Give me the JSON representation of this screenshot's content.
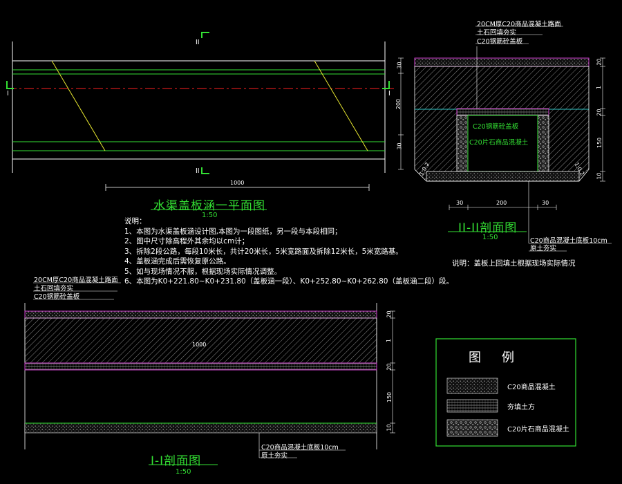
{
  "plan": {
    "title": "水渠盖板涵一平面图",
    "scale": "1:50",
    "dim_length": "1000",
    "section_mark_top": "II",
    "section_mark_bottom": "II",
    "section_mark_left": "I",
    "section_mark_right": "I"
  },
  "notes": {
    "heading": "说明：",
    "items": [
      "1、本图为水渠盖板涵设计图,本图为一段图纸，另一段与本段相同；",
      "2、图中尺寸除高程外其余均以cm计；",
      "3、拆除2段公路，每段10米长，共计20米长，5米宽路面及拆除12米长，5米宽路基。",
      "4、盖板涵完成后需恢复原公路。",
      "5、如与现场情况不服，根据现场实际情况调整。",
      "6、本图为K0+221.80~K0+231.80（盖板涵一段）、K0+252.80~K0+262.80（盖板涵二段）段。"
    ]
  },
  "section2": {
    "title": "II-II剖面图",
    "scale": "1:50",
    "top_labels": [
      "20CM厚C20商品混凝土路面",
      "土石回填夯实",
      "C20钢筋砼盖板"
    ],
    "inner_label_1": "C20钢筋砼盖板",
    "inner_label_2": "C20片石商品混凝土",
    "bottom_labels": [
      "C20商品混凝土底板10cm",
      "原土夯实"
    ],
    "remark": "说明：盖板上回填土根据现场实际情况",
    "dims_left": [
      "30",
      "200",
      "30"
    ],
    "dims_right": [
      "20",
      "1",
      "20",
      "150",
      "10"
    ],
    "dims_bottom": [
      "30",
      "200",
      "30"
    ],
    "slope_labels": [
      "1:0.2",
      "1:0.2"
    ]
  },
  "section1": {
    "title": "I-I剖面图",
    "scale": "1:50",
    "top_labels": [
      "20CM厚C20商品混凝土路面",
      "土石回填夯实",
      "C20钢筋砼盖板"
    ],
    "bottom_labels": [
      "C20商品混凝土底板10cm",
      "原土夯实"
    ],
    "center_dim": "1000",
    "dims_right": [
      "20",
      "1",
      "20",
      "150",
      "10"
    ]
  },
  "legend": {
    "title": "图例",
    "items": [
      "C20商品混凝土",
      "夯填土方",
      "C20片石商品混凝土"
    ]
  },
  "colors": {
    "background": "#000000",
    "line_green": "#33e033",
    "line_white": "#ffffff",
    "line_red": "#ff2020",
    "line_yellow": "#e8e830",
    "line_magenta": "#d040d0",
    "line_cyan": "#30c8c8"
  }
}
